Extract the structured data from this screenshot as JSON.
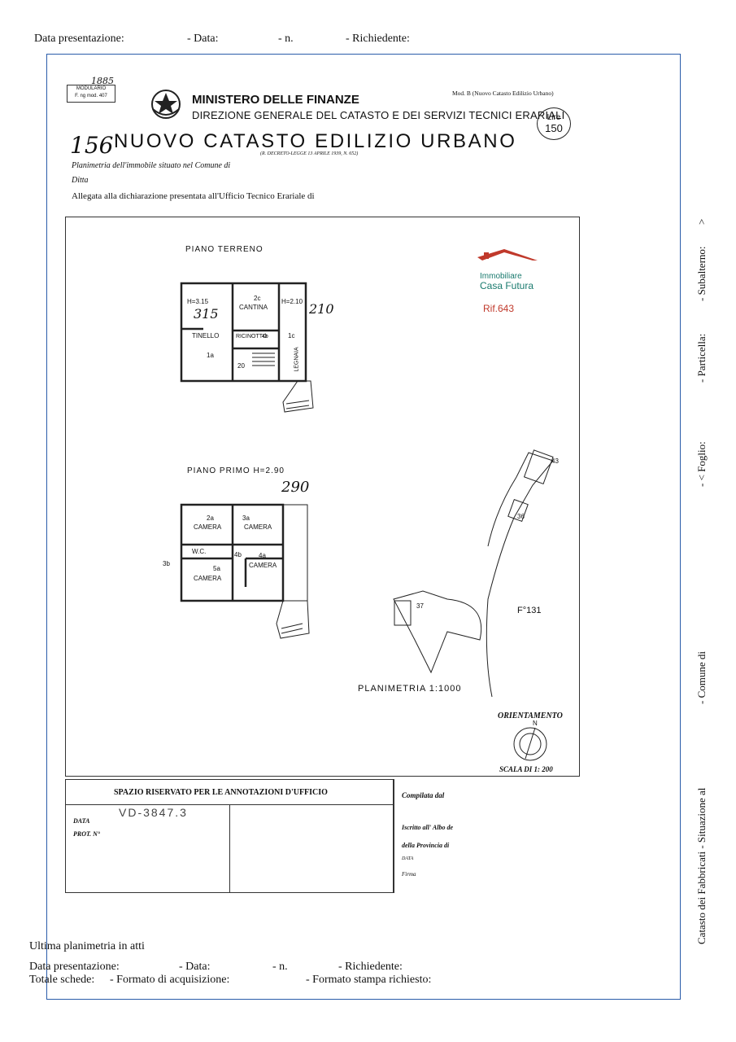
{
  "header_top": {
    "data_presentazione": "Data presentazione:",
    "data": "- Data:",
    "n": "- n.",
    "richiedente": "- Richiedente:"
  },
  "side": {
    "catasto": "Catasto dei Fabbricati - Situazione al",
    "comune": "- Comune di",
    "foglio": "- < Foglio:",
    "particella": "- Particella:",
    "subalterno": "- Subalterno:",
    "arrow": ">"
  },
  "form": {
    "modulario_num": "1885",
    "modulario": "MODULARIO",
    "modulario_code": "F. ng mod. 407",
    "ministero": "MINISTERO DELLE FINANZE",
    "direzione": "DIREZIONE GENERALE DEL CATASTO E DEI SERVIZI TECNICI ERARIALI",
    "mod": "Mod. B (Nuovo Catasto Edilizio Urbano)",
    "lire": "Lire",
    "lire_value": "150",
    "handwritten_num": "156",
    "title": "NUOVO CATASTO EDILIZIO URBANO",
    "decreto": "(R. DECRETO-LEGGE 13 APRILE 1939, N. 652)",
    "planimetria_line": "Planimetria dell'immobile situato nel Comune di",
    "ditta": "Ditta",
    "allegata": "Allegata alla dichiarazione presentata all'Ufficio Tecnico Erariale di"
  },
  "plan": {
    "piano_terreno": "PIANO TERRENO",
    "piano_primo": "PIANO PRIMO H=2.90",
    "h_primo_hand": "290",
    "ground_rooms": {
      "h1": "H=3.15",
      "h1_hand": "315",
      "tinello": "TINELLO",
      "tinello_n": "1a",
      "cantina_n": "2c",
      "cantina": "CANTINA",
      "h2": "H=2.10",
      "h2_hand": "210",
      "ripostiglio": "RICINOTTO",
      "rip_n": "4b",
      "legnaia": "LEGNAIA",
      "legnaia_n": "1c",
      "n20": "20"
    },
    "first_rooms": {
      "c2": "2a",
      "camera1": "CAMERA",
      "c3": "3a",
      "camera2": "CAMERA",
      "wc": "W.C.",
      "wc_n": "3b",
      "n4b": "4b",
      "c5": "5a",
      "camera3": "CAMERA",
      "c4": "4a",
      "camera4": "CAMERA"
    },
    "planimetria_scale": "PLANIMETRIA 1:1000",
    "foglio_num": "F°131",
    "parcel_43": "43",
    "parcel_36": "36",
    "parcel_37": "37",
    "orientamento": "ORIENTAMENTO",
    "north": "N",
    "scala": "SCALA DI 1: 200"
  },
  "logo": {
    "line1": "Immobiliare",
    "line2": "Casa Futura",
    "rif": "Rif.643"
  },
  "annot": {
    "title": "SPAZIO RISERVATO PER LE ANNOTAZIONI D'UFFICIO",
    "data": "DATA",
    "prot": "PROT. N°",
    "stamp": "VD-3847.3",
    "compilata": "Compilata dal",
    "iscritto": "Iscritto all' Albo de",
    "provincia": "della Provincia di",
    "data2": "DATA",
    "firma": "Firma"
  },
  "footer": {
    "ultima": "Ultima planimetria in atti",
    "data_presentazione": "Data presentazione:",
    "data": "- Data:",
    "n": "- n.",
    "richiedente": "- Richiedente:",
    "totale": "Totale schede:",
    "formato_acq": "- Formato di acquisizione:",
    "formato_stampa": "- Formato stampa richiesto:"
  },
  "colors": {
    "border_blue": "#2a5caa",
    "logo_red": "#c0392b",
    "logo_green": "#1a7a6e"
  }
}
